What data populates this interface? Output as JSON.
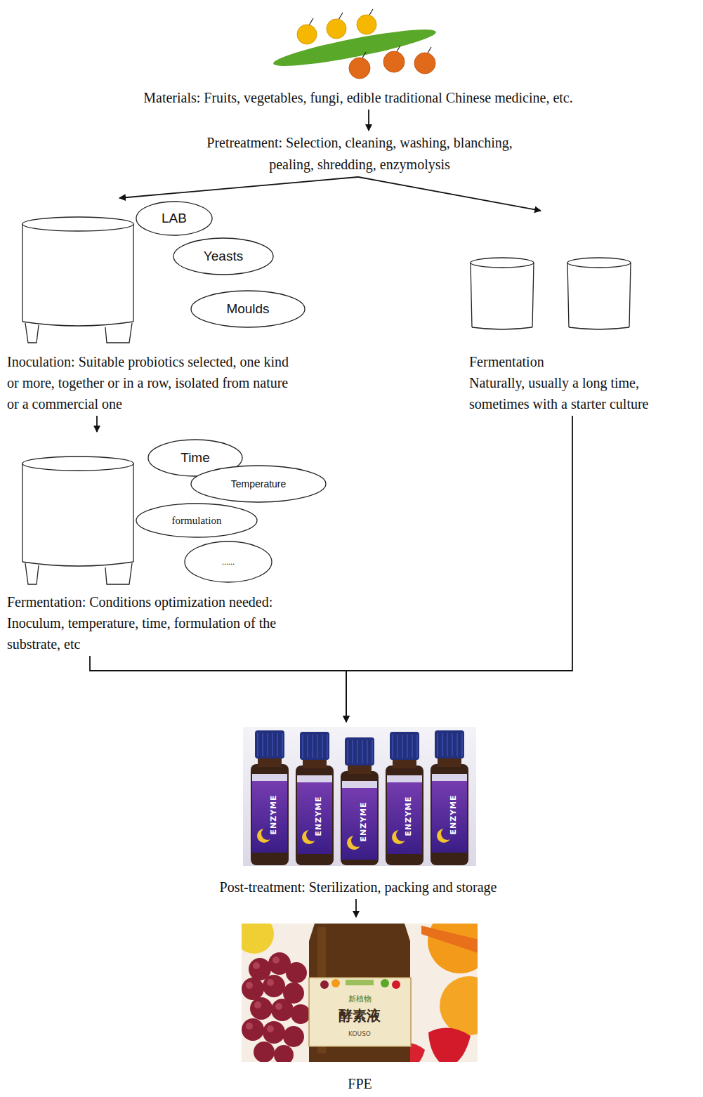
{
  "diagram": {
    "nodes": [
      {
        "text": [
          "Materials: Fruits, vegetables, fungi, edible traditional Chinese medicine, etc."
        ]
      },
      {
        "text": [
          "Pretreatment: Selection, cleaning, washing, blanching, pealing, shredding, enzymolysis"
        ]
      },
      {
        "text": [
          "Inoculation: Suitable probiotics selected, one kind or more, together or in a row, isolated from nature or a commercial one"
        ]
      },
      {
        "text": [
          "LAB"
        ]
      },
      {
        "text": [
          "Yeasts"
        ]
      },
      {
        "text": [
          "Moulds"
        ]
      },
      {
        "text": [
          "Fermentation",
          "Naturally, usually a long time, sometimes with a starter culture"
        ]
      },
      {
        "text": [
          "Fermentation: Conditions optimization needed: Inoculum, temperature, time, formulation of the substrate, etc"
        ]
      },
      {
        "text": [
          "Time"
        ]
      },
      {
        "text": [
          "Temperature"
        ]
      },
      {
        "text": [
          "formulation"
        ]
      },
      {
        "text": [
          "......"
        ]
      },
      {
        "text": [
          "Post-treatment: Sterilization, packing and storage"
        ]
      },
      {
        "text": [
          "FPE"
        ]
      }
    ],
    "edges": [
      {
        "from": 0,
        "to": 1,
        "arrow": "to"
      },
      {
        "from": 1,
        "to": 2,
        "arrow": "to"
      },
      {
        "from": 1,
        "to": 6,
        "arrow": "to"
      },
      {
        "from": 2,
        "to": 7,
        "arrow": "to"
      },
      {
        "from": 7,
        "to": 12,
        "arrow": "to"
      },
      {
        "from": 6,
        "to": 12,
        "arrow": "to"
      },
      {
        "from": 12,
        "to": 13,
        "arrow": "to"
      }
    ],
    "labels": [
      "ENZYME",
      "ENZYME",
      "ENZYME",
      "ENZYME",
      "ENZYME",
      "新植物",
      "酵素液",
      "KOUSO"
    ]
  }
}
